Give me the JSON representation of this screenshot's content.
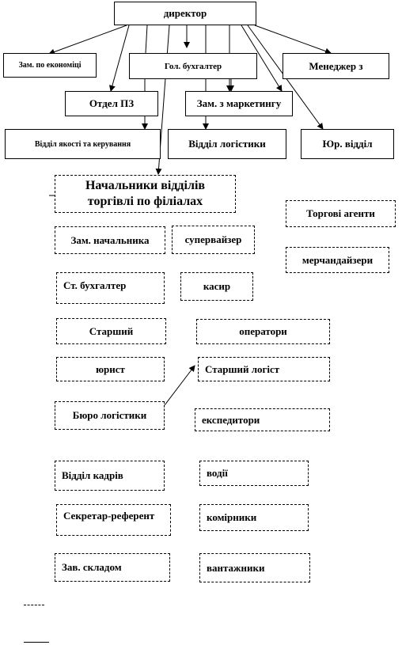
{
  "nodes": {
    "director": "директор",
    "deputy_economics": "Зам. по економіці",
    "chief_accountant": "Гол. бухгалтер",
    "manager": "Менеджер з",
    "dept_pz": "Отдел ПЗ",
    "deputy_marketing": "Зам. з маркетингу",
    "dept_quality": "Відділ якості та керування",
    "dept_logistics": "Відділ логістики",
    "legal_dept": "Юр. відділ",
    "branch_heads_line1": "Начальники відділів",
    "branch_heads_line2": "торгівлі по філіалах",
    "sales_agents": "Торгові агенти",
    "deputy_head": "Зам. начальника",
    "supervisor": "супервайзер",
    "merchandisers": "мерчандайзери",
    "senior_accountant": "Ст. бухгалтер",
    "cashier": "касир",
    "senior": "Старший",
    "operators": "оператори",
    "lawyer": "юрист",
    "senior_logist": "Старший логіст",
    "logistics_bureau": "Бюро логістики",
    "forwarders": "експедитори",
    "hr_dept": "Відділ кадрів",
    "drivers": "водії",
    "secretary": "Секретар-референт",
    "storekeepers": "комірники",
    "warehouse_head": "Зав. складом",
    "loaders": "вантажники"
  }
}
